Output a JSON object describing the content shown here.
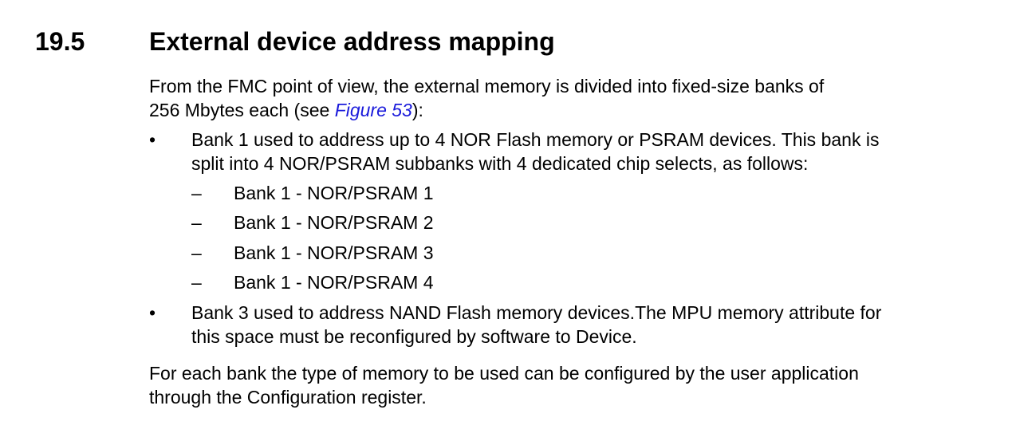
{
  "section": {
    "number": "19.5",
    "title": "External device address mapping"
  },
  "intro": {
    "line1": "From the FMC point of view, the external memory is divided into fixed-size banks of",
    "line2_before": "256 Mbytes each (see ",
    "line2_link": "Figure 53",
    "line2_after": "):"
  },
  "bullets": [
    {
      "marker": "•",
      "line1": "Bank 1 used to address up to 4 NOR Flash memory or PSRAM devices. This bank is",
      "line2": "split into 4 NOR/PSRAM subbanks with 4 dedicated chip selects, as follows:"
    },
    {
      "marker": "•",
      "line1": "Bank 3 used to address NAND Flash memory devices.The MPU memory attribute for",
      "line2": "this space must be reconfigured by software to Device."
    }
  ],
  "subbanks": [
    {
      "marker": "–",
      "label": "Bank 1 - NOR/PSRAM 1"
    },
    {
      "marker": "–",
      "label": "Bank 1 - NOR/PSRAM 2"
    },
    {
      "marker": "–",
      "label": "Bank 1 - NOR/PSRAM 3"
    },
    {
      "marker": "–",
      "label": "Bank 1 - NOR/PSRAM 4"
    }
  ],
  "outro": {
    "line1": "For each bank the type of memory to be used can be configured by the user application",
    "line2": "through the Configuration register."
  },
  "colors": {
    "text": "#000000",
    "link": "#1a1adb"
  }
}
